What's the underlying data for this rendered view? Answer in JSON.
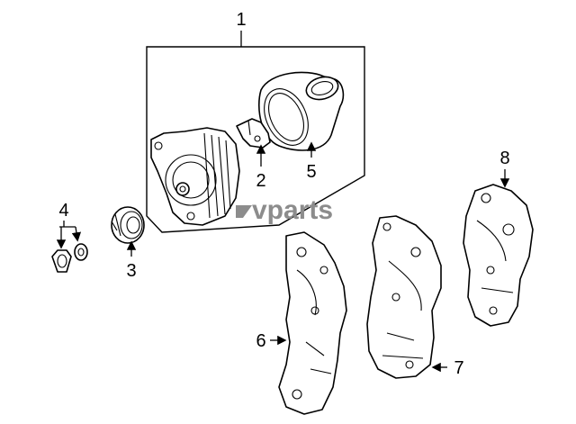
{
  "callouts": {
    "c1": "1",
    "c2": "2",
    "c3": "3",
    "c4": "4",
    "c5": "5",
    "c6": "6",
    "c7": "7",
    "c8": "8"
  },
  "watermark": {
    "text": "vparts",
    "color": "#8c8c8c"
  }
}
